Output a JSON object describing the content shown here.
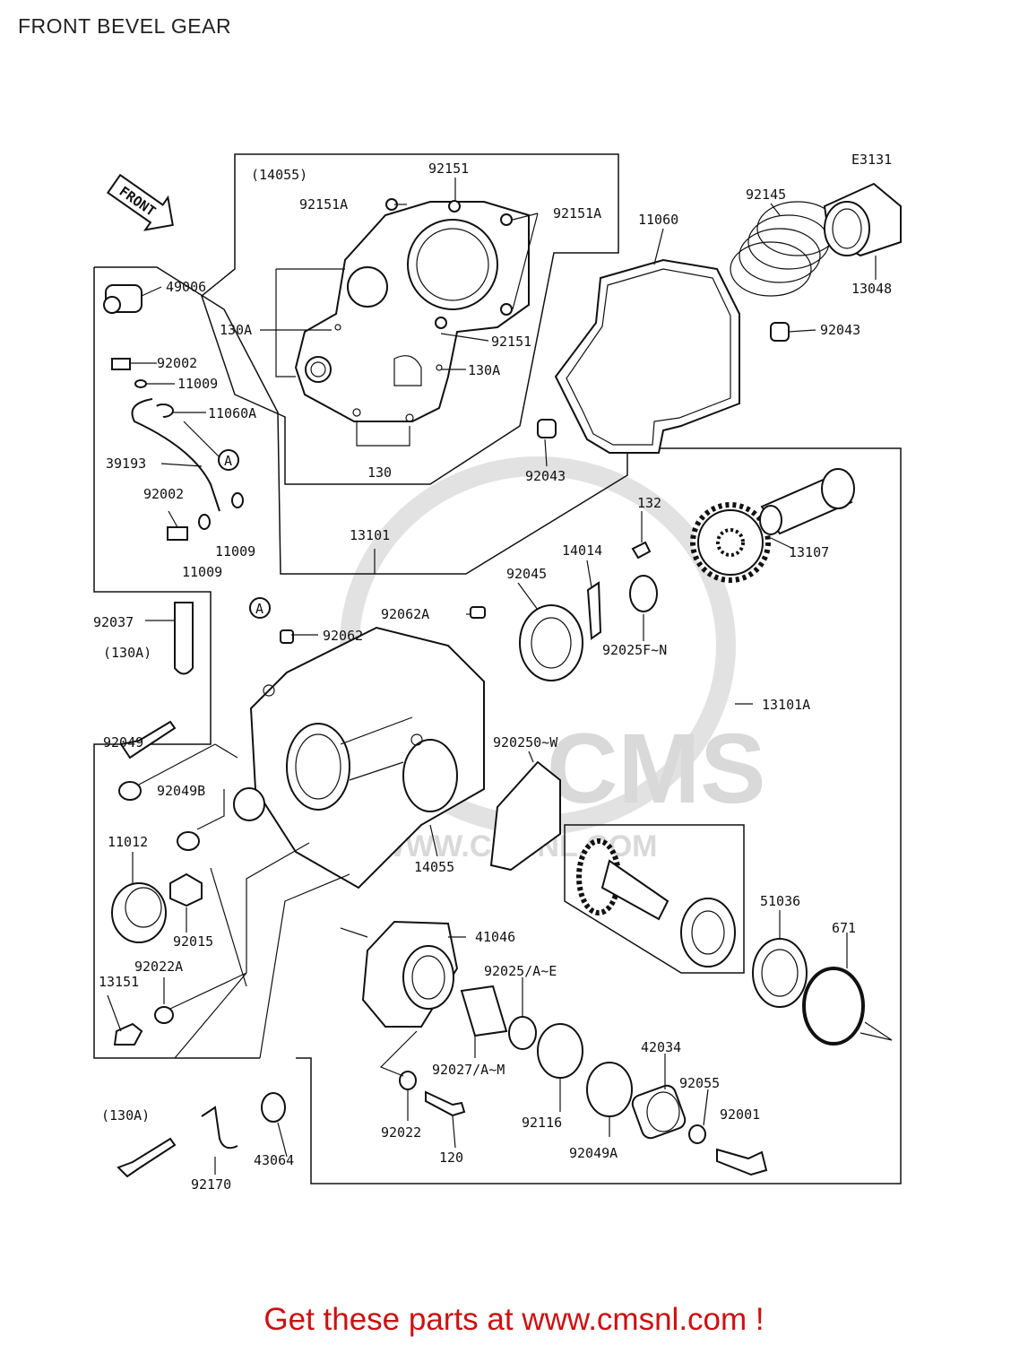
{
  "title": "FRONT BEVEL GEAR",
  "diagram_code": "E3131",
  "front_label": "FRONT",
  "watermark": "WWW.CMSNL.COM",
  "watermark_logo": "CMS",
  "footer": "Get these parts at www.cmsnl.com !",
  "colors": {
    "footer": "#cc1111",
    "line": "#111111",
    "watermark": "#d9d9d9"
  },
  "labels": {
    "l14055a": "(14055)",
    "l92151_top": "92151",
    "l92151A_left": "92151A",
    "l92151A_right": "92151A",
    "l130A_left": "130A",
    "l92151_mid": "92151",
    "l130A_right": "130A",
    "l130": "130",
    "l11060": "11060",
    "l92145": "92145",
    "l13048": "13048",
    "l92043_top": "92043",
    "l92043_bot": "92043",
    "l49006": "49006",
    "l92002_top": "92002",
    "l11009_top": "11009",
    "l11060A": "11060A",
    "l39193": "39193",
    "l92002_bot": "92002",
    "l11009_r": "11009",
    "l11009_b": "11009",
    "l13101": "13101",
    "l132": "132",
    "l14014": "14014",
    "l13107": "13107",
    "l92045": "92045",
    "l92062A": "92062A",
    "l92062": "92062",
    "l92025FN": "92025F~N",
    "l92037": "92037",
    "l130A_p1": "(130A)",
    "l13101A": "13101A",
    "l92049": "92049",
    "l92049B": "92049B",
    "l92025OW": "920250~W",
    "l11012": "11012",
    "l14055": "14055",
    "l92015": "92015",
    "l51036": "51036",
    "l671": "671",
    "l41046": "41046",
    "l92022A": "92022A",
    "l92025AE": "92025/A~E",
    "l13151": "13151",
    "l92027AM": "92027/A~M",
    "l42034": "42034",
    "l92055": "92055",
    "l130A_p2": "(130A)",
    "l92022": "92022",
    "l92116": "92116",
    "l92001": "92001",
    "l120": "120",
    "l92049A": "92049A",
    "l43064": "43064",
    "l92170": "92170",
    "callout_A": "A"
  }
}
